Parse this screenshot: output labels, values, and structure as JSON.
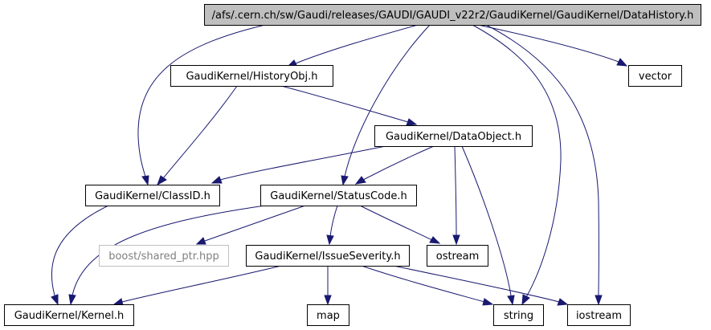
{
  "nodes": {
    "root": "/afs/.cern.ch/sw/Gaudi/releases/GAUDI/GAUDI_v22r2/GaudiKernel/GaudiKernel/DataHistory.h",
    "historyobj": "GaudiKernel/HistoryObj.h",
    "vector": "vector",
    "dataobject": "GaudiKernel/DataObject.h",
    "classid": "GaudiKernel/ClassID.h",
    "statuscode": "GaudiKernel/StatusCode.h",
    "shared_ptr": "boost/shared_ptr.hpp",
    "issueseverity": "GaudiKernel/IssueSeverity.h",
    "ostream": "ostream",
    "kernel": "GaudiKernel/Kernel.h",
    "map": "map",
    "string": "string",
    "iostream": "iostream"
  },
  "colors": {
    "edge": "#191970",
    "root_fill": "#bfbfbf",
    "missing_border": "#bfbfbf",
    "missing_text": "#808080"
  }
}
